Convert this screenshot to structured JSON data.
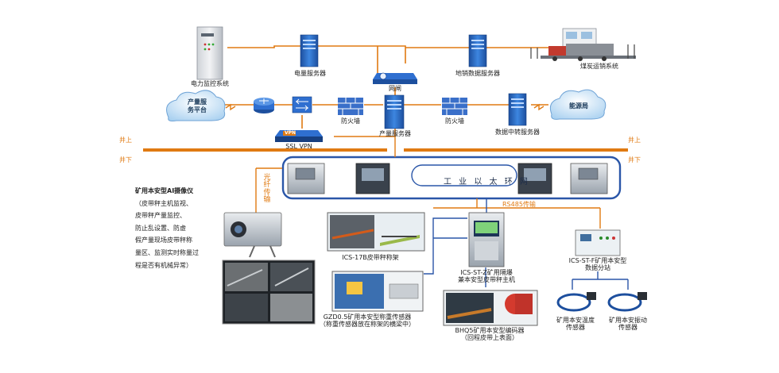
{
  "top": {
    "power_monitor": "电力监控系统",
    "power_server": "电量服务器",
    "gatekeeper": "网闸",
    "weighbridge_server": "地销数据服务器",
    "coal_system": "煤炭运销系统",
    "yield_platform_l1": "产量服",
    "yield_platform_l2": "务平台",
    "energy_bureau": "能源局",
    "firewall_left": "防火墙",
    "yield_server": "产量服务器",
    "firewall_right": "防火墙",
    "data_relay_server": "数据中转服务器",
    "vpn_badge": "VPN",
    "ssl_vpn": "SSL VPN"
  },
  "divider": {
    "above_left": "井上",
    "above_right": "井上",
    "below_left": "井下",
    "below_right": "井下"
  },
  "ring": {
    "label": "工 业 以 太 环 网",
    "fiber_c1": "光",
    "fiber_c2": "纤",
    "fiber_c3": "传",
    "fiber_c4": "输",
    "rs485": "RS485传输"
  },
  "camera_desc": {
    "title": "矿用本安型AI摄像仪",
    "l1": "（皮带秤主机监视、",
    "l2": "皮带秤产量监控、",
    "l3": "防止乱设置、防虚",
    "l4": "假产量现场皮带秤称",
    "l5": "量区、监测实时称量过",
    "l6": "程是否有机械异常）"
  },
  "devices": {
    "scale_frame": "ICS-17B皮带秤称架",
    "host_l1": "ICS-ST-Z矿用隔爆",
    "host_l2": "兼本安型皮带秤主机",
    "substation_l1": "ICS-ST-F矿用本安型",
    "substation_l2": "数据分站",
    "load_cell_l1": "GZD0.5矿用本安型称重传感器",
    "load_cell_l2": "（称重传感器放在称架的横梁中）",
    "encoder_l1": "BHQ5矿用本安型编码器",
    "encoder_l2": "（回程皮带上表面）",
    "temp_l1": "矿用本安温度",
    "temp_l2": "传感器",
    "vib_l1": "矿用本安振动",
    "vib_l2": "传感器"
  },
  "colors": {
    "accent_orange": "#e07a12",
    "ring_blue": "#2a56a8",
    "server_blue": "#2f6fd0",
    "firewall_blue": "#3a6fc9",
    "cloud_blue": "#9cc8ee"
  },
  "icons": [
    "server-icon",
    "firewall-icon",
    "router-icon",
    "switch-icon",
    "cloud-icon",
    "cabinet-icon",
    "camera-icon",
    "sensor-icon"
  ]
}
